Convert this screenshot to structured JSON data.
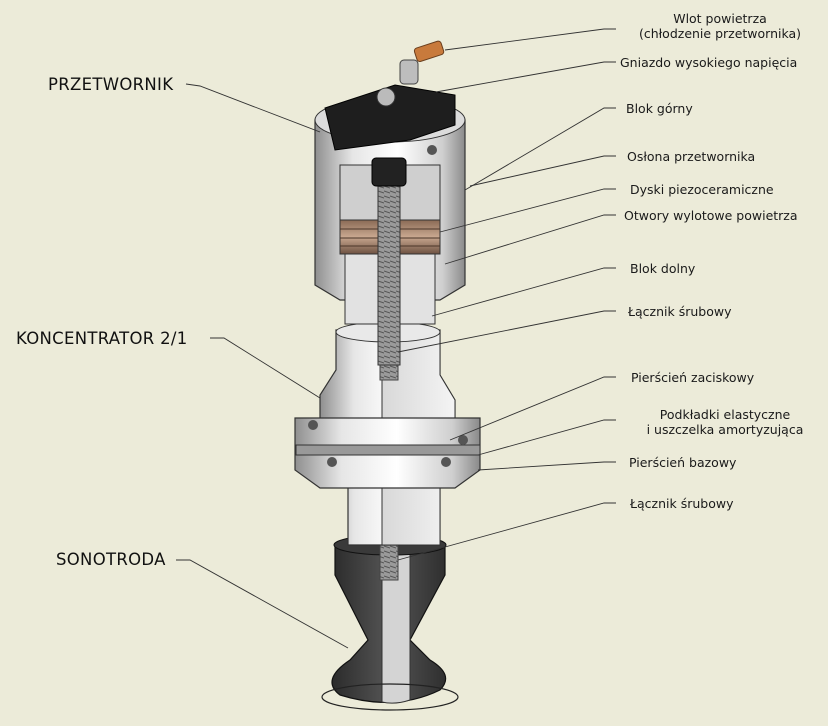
{
  "main_labels": {
    "transducer": "PRZETWORNIK",
    "concentrator": "KONCENTRATOR 2/1",
    "sonotrode": "SONOTRODA"
  },
  "callouts": [
    {
      "line1": "Wlot powietrza",
      "line2": "(chłodzenie przetwornika)"
    },
    {
      "line1": "Gniazdo wysokiego napięcia"
    },
    {
      "line1": "Blok górny"
    },
    {
      "line1": "Osłona przetwornika"
    },
    {
      "line1": "Dyski piezoceramiczne"
    },
    {
      "line1": "Otwory wylotowe powietrza"
    },
    {
      "line1": "Blok dolny"
    },
    {
      "line1": "Łącznik śrubowy"
    },
    {
      "line1": "Pierścień zaciskowy"
    },
    {
      "line1": "Podkładki elastyczne",
      "line2": "i uszczelka amortyzująca"
    },
    {
      "line1": "Pierścień bazowy"
    },
    {
      "line1": "Łącznik śrubowy"
    }
  ]
}
